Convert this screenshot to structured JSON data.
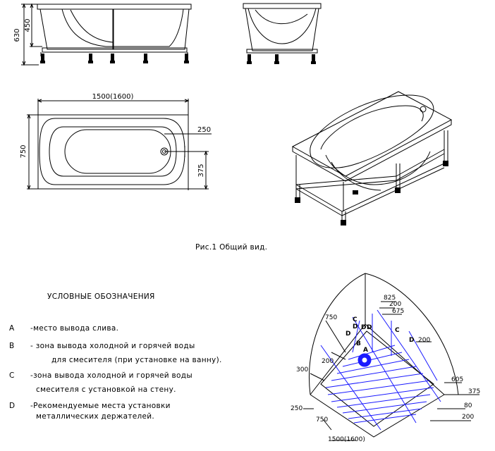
{
  "dimensions": {
    "height_total": "630",
    "height_bath": "450",
    "length": "1500(1600)",
    "width": "750",
    "drain_offset": "250",
    "drain_center": "375"
  },
  "caption": "Рис.1 Общий вид.",
  "legend": {
    "title": "УСЛОВНЫЕ ОБОЗНАЧЕНИЯ",
    "items": [
      {
        "key": "A",
        "line1": "-место вывода слива.",
        "line2": ""
      },
      {
        "key": "B",
        "line1": "- зона вывода холодной и горячей воды",
        "line2": "для смесителя (при установке на ванну)."
      },
      {
        "key": "C",
        "line1": "-зона вывода холодной и горячей воды",
        "line2": "смесителя с установкой на стену."
      },
      {
        "key": "D",
        "line1": "-Рекомендуемые места установки",
        "line2": "металлических держателей."
      }
    ]
  },
  "plan": {
    "labels": [
      "825",
      "200",
      "675",
      "750",
      "200",
      "200",
      "300",
      "605",
      "375",
      "80",
      "200",
      "250",
      "750",
      "1500(1600)"
    ],
    "markers": [
      "C",
      "D",
      "D",
      "D",
      "C",
      "D",
      "B",
      "A",
      "D"
    ]
  }
}
